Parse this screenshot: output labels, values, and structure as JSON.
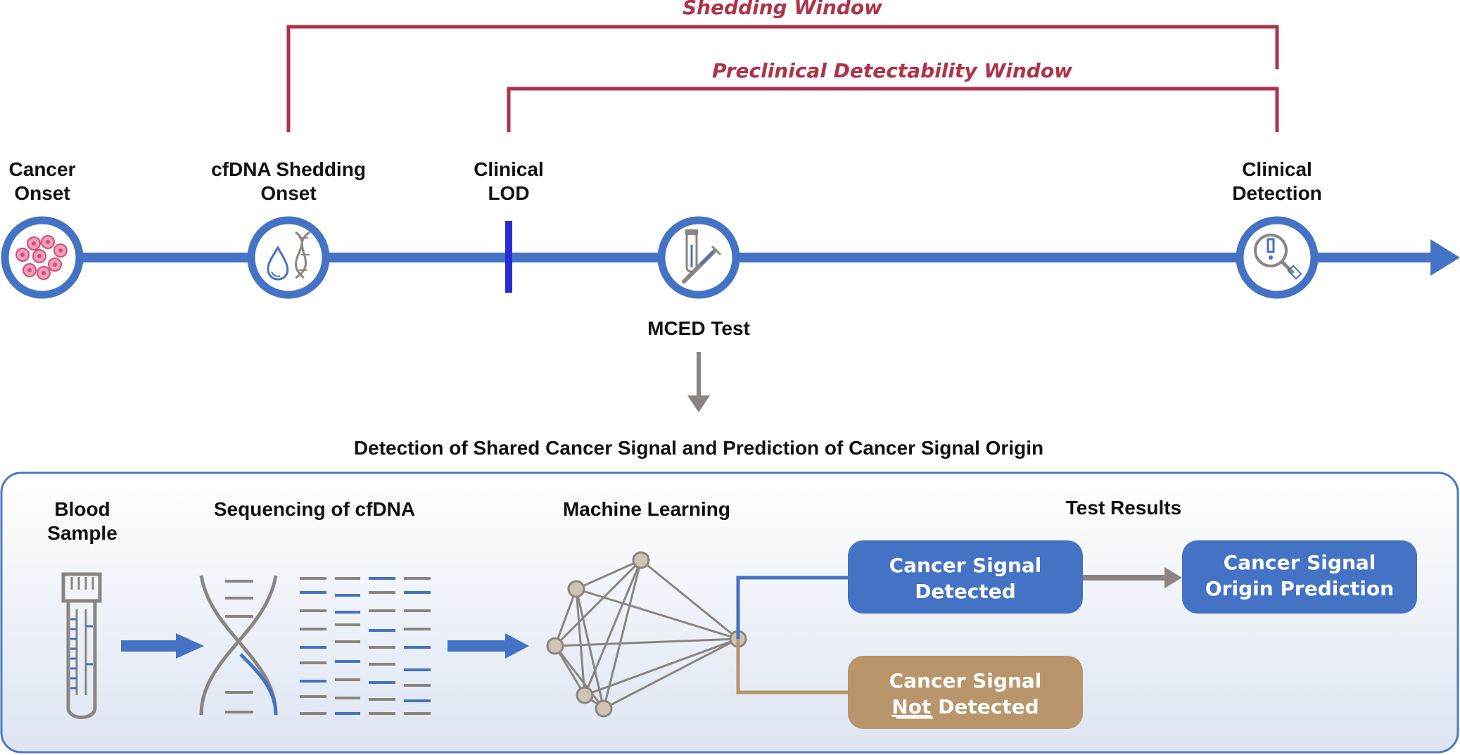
{
  "windows": {
    "shedding": "Shedding Window",
    "preclinical": "Preclinical Detectability Window"
  },
  "timeline": {
    "cancer_onset": [
      "Cancer",
      "Onset"
    ],
    "shedding_onset": [
      "cfDNA Shedding",
      "Onset"
    ],
    "clinical_lod": [
      "Clinical",
      "LOD"
    ],
    "mced_test": "MCED Test",
    "clinical_detection": [
      "Clinical",
      "Detection"
    ]
  },
  "process": {
    "title": "Detection of Shared Cancer Signal and Prediction of Cancer Signal Origin",
    "blood_sample": [
      "Blood",
      "Sample"
    ],
    "sequencing": "Sequencing of cfDNA",
    "machine_learning": "Machine Learning",
    "test_results": "Test Results",
    "detected": [
      "Cancer Signal",
      "Detected"
    ],
    "not_detected_line1": "Cancer Signal",
    "not_word": "Not",
    "detected_word": " Detected",
    "origin_prediction": [
      "Cancer Signal",
      "Origin Prediction"
    ]
  },
  "colors": {
    "timeline_blue": "#4472c4",
    "lod_blue": "#2b2bd6",
    "window_red": "#b0324a",
    "neutral_gray": "#8a8580",
    "not_detected_tan": "#b8956a",
    "panel_border": "#4a7ac4"
  }
}
